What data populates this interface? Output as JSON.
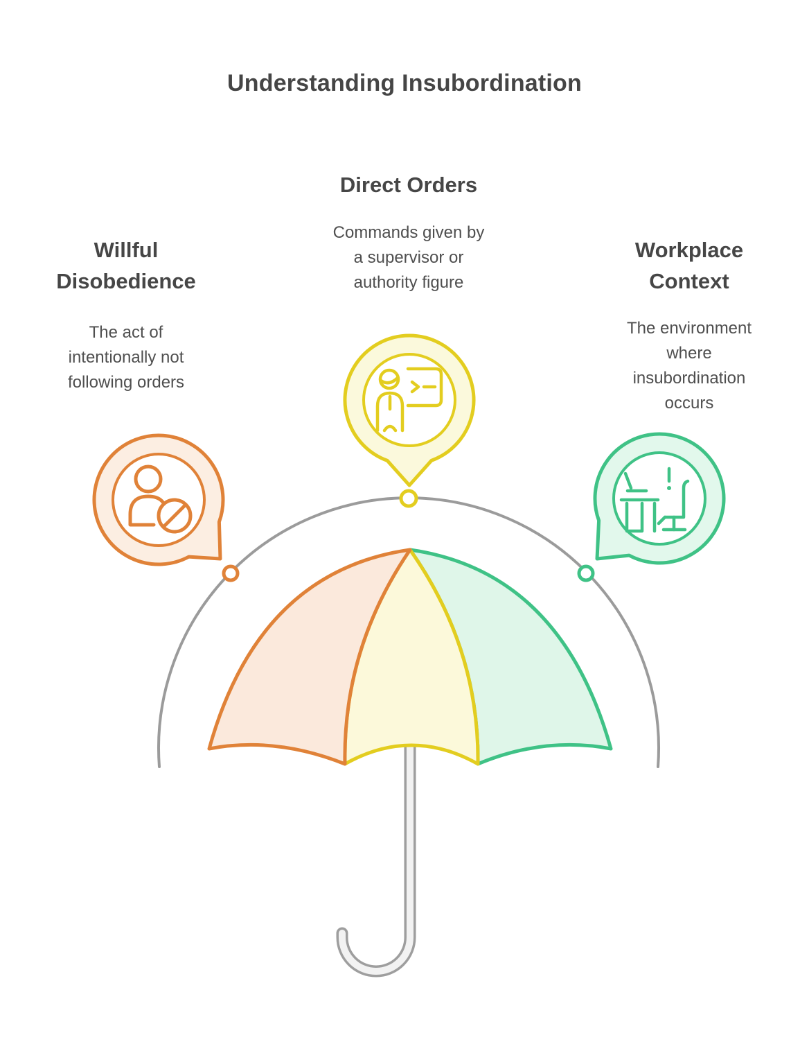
{
  "title": "Understanding Insubordination",
  "sections": [
    {
      "id": "willful-disobedience",
      "heading": "Willful\nDisobedience",
      "description": "The act of\nintentionally not\nfollowing orders",
      "icon": "person-blocked-icon",
      "accent_color": "#E08238",
      "bubble_fill": "#FCEEE2",
      "umbrella_panel_fill": "#FBE9DC"
    },
    {
      "id": "direct-orders",
      "heading": "Direct Orders",
      "description": "Commands given by\na supervisor or\nauthority figure",
      "icon": "supervisor-command-board-icon",
      "accent_color": "#E3CD1F",
      "bubble_fill": "#FBF9DC",
      "umbrella_panel_fill": "#FCF9DA"
    },
    {
      "id": "workplace-context",
      "heading": "Workplace\nContext",
      "description": "The environment\nwhere\ninsubordination\noccurs",
      "icon": "office-desk-chair-icon",
      "accent_color": "#3FC286",
      "bubble_fill": "#E2F8EC",
      "umbrella_panel_fill": "#DFF6E9"
    }
  ],
  "graphic": {
    "type": "umbrella-with-arc",
    "arc_color": "#9B9B9B",
    "handle_fill": "#F2F2F2",
    "handle_stroke": "#9E9E9E",
    "text_color": "#464646"
  }
}
